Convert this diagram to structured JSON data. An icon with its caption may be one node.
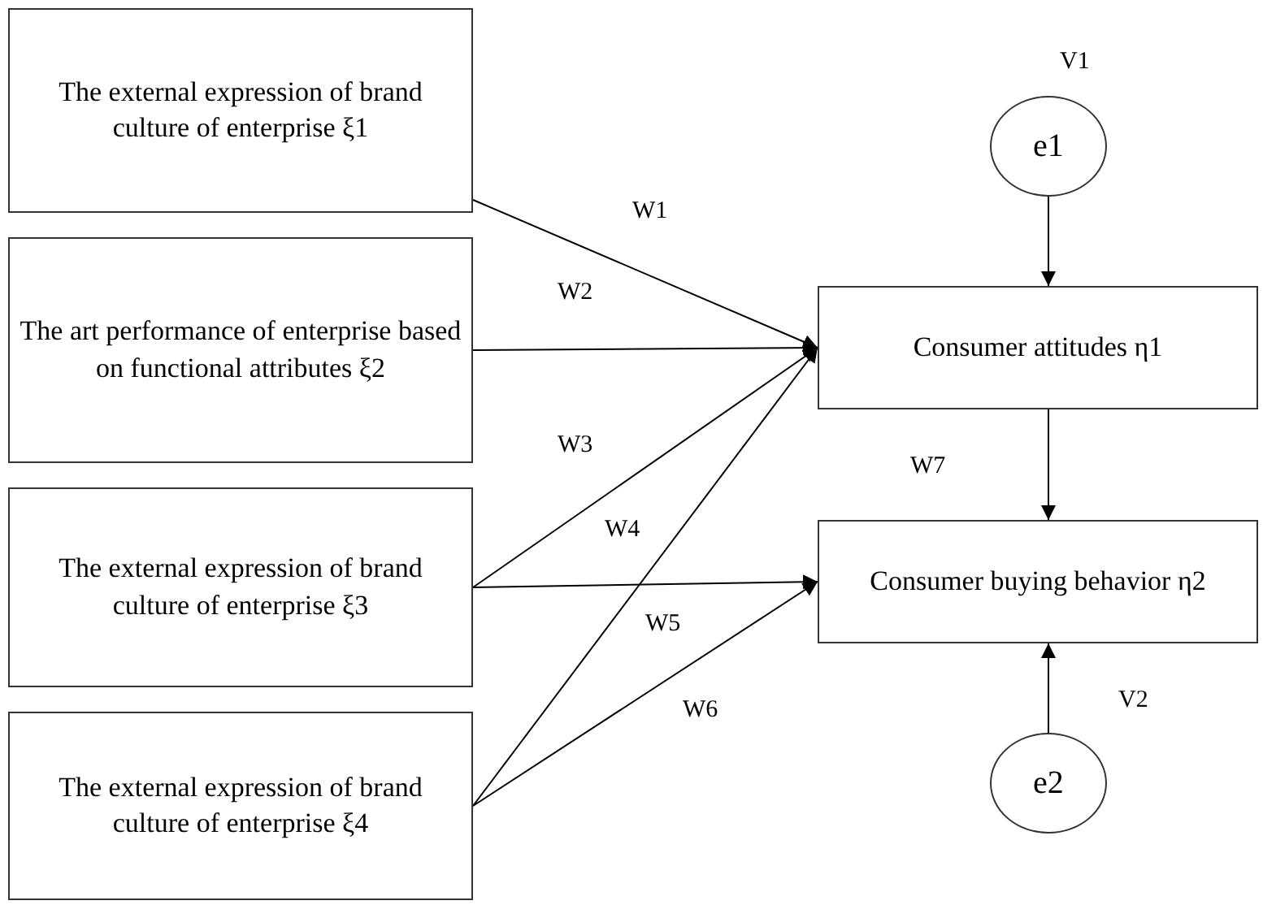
{
  "diagram": {
    "nodes": [
      {
        "text": [
          "The external expression of brand culture of enterprise ξ1"
        ]
      },
      {
        "text": [
          "The art performance of enterprise based on functional attributes ξ2"
        ]
      },
      {
        "text": [
          "The external expression of brand culture of enterprise ξ3"
        ]
      },
      {
        "text": [
          "The external expression of brand culture of enterprise ξ4"
        ]
      },
      {
        "text": [
          "e1"
        ]
      },
      {
        "text": [
          "Consumer attitudes η1"
        ]
      },
      {
        "text": [
          "Consumer buying behavior η2"
        ]
      },
      {
        "text": [
          "e2"
        ]
      }
    ],
    "edges": [
      {
        "from": 0,
        "to": 5,
        "arrow": "to"
      },
      {
        "from": 1,
        "to": 5,
        "arrow": "to"
      },
      {
        "from": 2,
        "to": 5,
        "arrow": "to"
      },
      {
        "from": 2,
        "to": 6,
        "arrow": "to"
      },
      {
        "from": 3,
        "to": 5,
        "arrow": "to"
      },
      {
        "from": 3,
        "to": 6,
        "arrow": "to"
      },
      {
        "from": 4,
        "to": 5,
        "arrow": "to"
      },
      {
        "from": 5,
        "to": 6,
        "arrow": "to"
      },
      {
        "from": 7,
        "to": 6,
        "arrow": "to"
      }
    ],
    "labels": [
      "V1",
      "W1",
      "W2",
      "W3",
      "W4",
      "W7",
      "W5",
      "V2",
      "W6"
    ]
  }
}
